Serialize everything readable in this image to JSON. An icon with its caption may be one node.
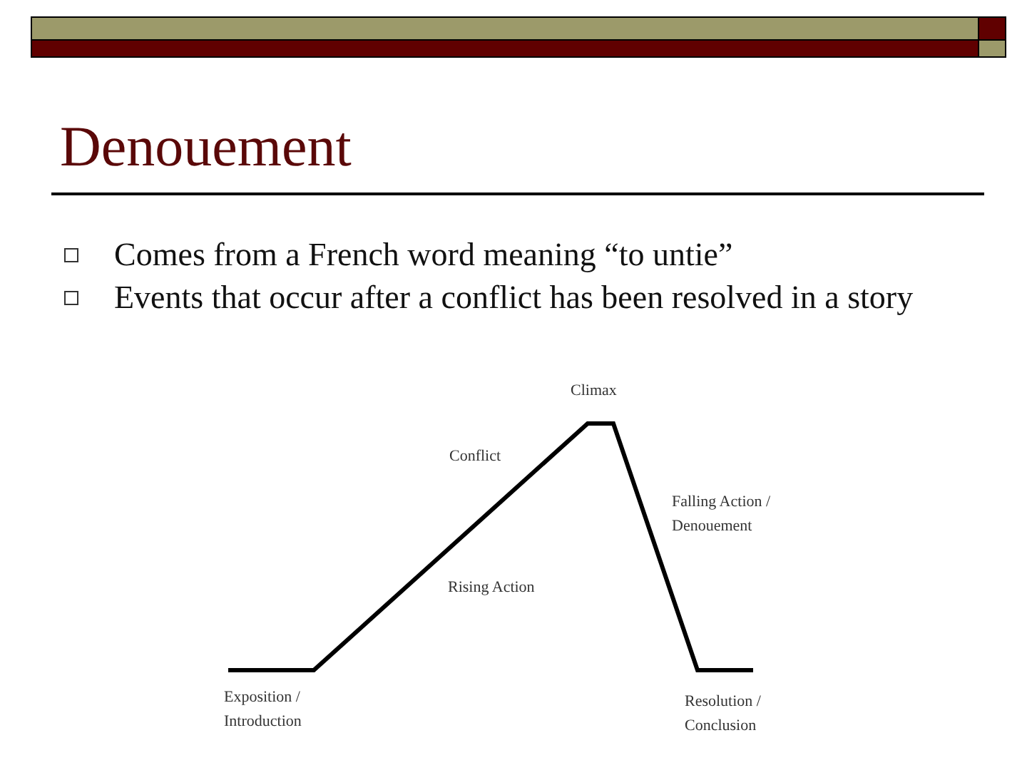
{
  "diagram": {
    "title": "Denouement",
    "labels": [
      "Comes from a French word meaning “to untie”",
      "Events that occur after a conflict has been resolved in a story",
      "Climax",
      "Conflict",
      "Falling Action / Denouement",
      "Rising Action",
      "Exposition / Introduction",
      "Resolution / Conclusion"
    ]
  }
}
